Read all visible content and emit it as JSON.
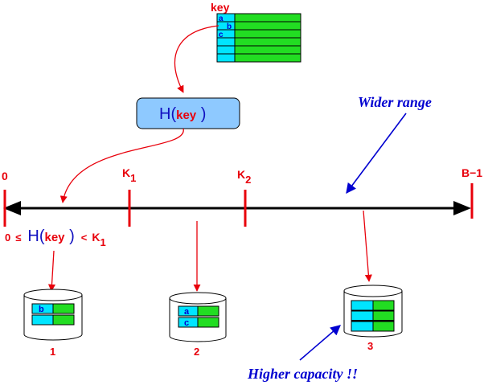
{
  "colors": {
    "red": "#e8000b",
    "blue": "#0000d0",
    "key_cell": "#00e5ff",
    "value_cell": "#22dd22",
    "hash_box": "#8ec9ff",
    "black": "#000000"
  },
  "key_table": {
    "title": "key",
    "rows": [
      "a",
      "b",
      "c",
      "",
      "",
      ""
    ]
  },
  "hash_box": {
    "prefix": "H(",
    "key": "key",
    "suffix": " )"
  },
  "axis": {
    "start_label": "0",
    "k1_letter": "K",
    "k1_sub": "1",
    "k2_letter": "K",
    "k2_sub": "2",
    "end_label": "B−1"
  },
  "condition": {
    "zero": "0",
    "leq": "≤",
    "h": "H(",
    "key": "key",
    "close": " )",
    "lt": "<",
    "k": "K",
    "k_sub": "1"
  },
  "annotations": {
    "wider_range": "Wider range",
    "higher_capacity": "Higher capacity !!"
  },
  "buckets": [
    {
      "label": "1",
      "rows": [
        "b",
        ""
      ]
    },
    {
      "label": "2",
      "rows": [
        "a",
        "c"
      ]
    },
    {
      "label": "3",
      "rows": [
        "",
        "",
        ""
      ]
    }
  ]
}
